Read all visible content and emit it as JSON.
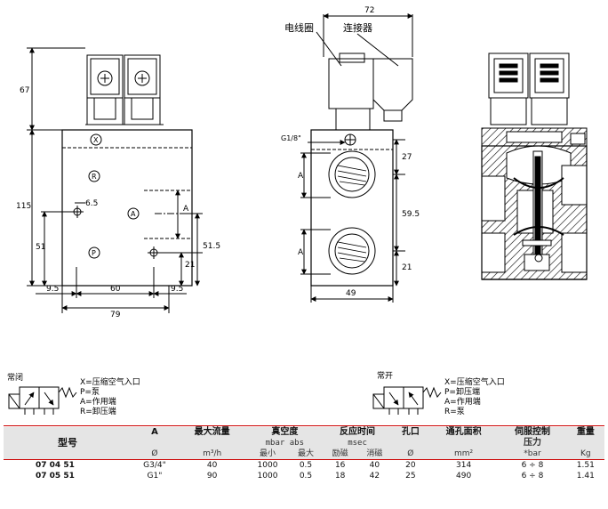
{
  "dims": {
    "top_72": "72",
    "left_67": "67",
    "left_115": "115",
    "left_51": "51",
    "dia_6_5": "6.5",
    "a_side": "A",
    "r_51_5": "51.5",
    "r_21": "21",
    "b_9_5_l": "9.5",
    "b_60": "60",
    "b_9_5_r": "9.5",
    "b_79": "79",
    "mid_g18": "G1/8\"",
    "mid_27": "27",
    "mid_59_5": "59.5",
    "mid_21": "21",
    "mid_49": "49",
    "mid_a1": "A",
    "mid_a2": "A"
  },
  "ports": {
    "x": "X",
    "r": "R",
    "a": "A",
    "p": "P"
  },
  "callouts": {
    "coil": "电线圈",
    "connector": "连接器"
  },
  "nc": {
    "title": "常闭",
    "legend": [
      "X=压缩空气入口",
      "P=泵",
      "A=作用端",
      "R=卸压端"
    ]
  },
  "no": {
    "title": "常开",
    "legend": [
      "X=压缩空气入口",
      "P=卸压端",
      "A=作用端",
      "R=泵"
    ]
  },
  "table": {
    "h_model": "型号",
    "h_a": "A",
    "h_flow": "最大流量",
    "h_vac": "真空度",
    "h_resp": "反应时间",
    "h_port": "孔口",
    "h_area": "通孔面积",
    "h_servo": "伺服控制",
    "h_servo2": "压力",
    "h_weight": "重量",
    "s_a": "Ø",
    "s_flow": "m³/h",
    "s_vac_unit": "mbar abs",
    "s_vac_min": "最小",
    "s_vac_max": "最大",
    "s_resp_unit": "msec",
    "s_resp_on": "励磁",
    "s_resp_off": "消磁",
    "s_port": "Ø",
    "s_area": "mm²",
    "s_servo": "*bar",
    "s_weight": "Kg",
    "rows": [
      {
        "model": "07 04 51",
        "a": "G3/4\"",
        "flow": "40",
        "vmin": "1000",
        "vmax": "0.5",
        "on": "16",
        "off": "40",
        "port": "20",
        "area": "314",
        "servo": "6 ÷ 8",
        "kg": "1.51"
      },
      {
        "model": "07 05 51",
        "a": "G1\"",
        "flow": "90",
        "vmin": "1000",
        "vmax": "0.5",
        "on": "18",
        "off": "42",
        "port": "25",
        "area": "490",
        "servo": "6 ÷ 8",
        "kg": "1.41"
      }
    ]
  }
}
